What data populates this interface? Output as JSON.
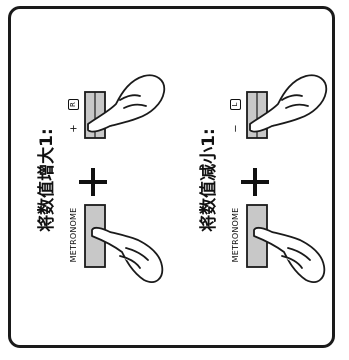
{
  "left_panel": {
    "label": "将数值增大1:",
    "plus_symbol": "+",
    "top_key_marker": "+",
    "top_key_badge": "R",
    "bottom_key_label": "METRONOME"
  },
  "right_panel": {
    "label": "将数值减小1:",
    "plus_symbol": "+",
    "top_key_marker": "−",
    "top_key_badge": "L",
    "bottom_key_label": "METRONOME"
  },
  "colors": {
    "key_fill": "#c8c8c8",
    "stroke": "#1a1a1a"
  }
}
